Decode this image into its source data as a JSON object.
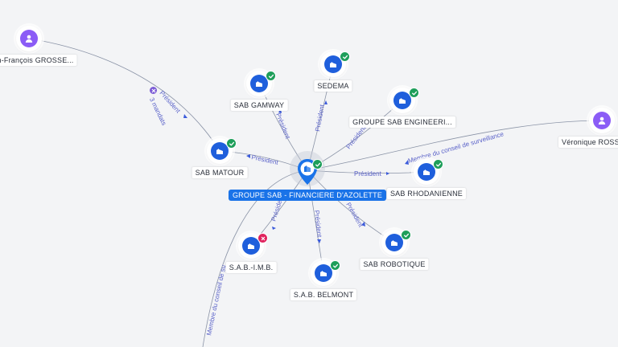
{
  "center": {
    "label": "GROUPE SAB - FINANCIERE D'AZOLETTE",
    "icon": "building-icon",
    "status": "active",
    "color": "#1a73e8"
  },
  "nodes": [
    {
      "id": "sab-gamway",
      "label": "SAB GAMWAY",
      "type": "company",
      "status": "active"
    },
    {
      "id": "sedema",
      "label": "SEDEMA",
      "type": "company",
      "status": "active"
    },
    {
      "id": "groupe-sab-engineering",
      "label": "GROUPE SAB ENGINEERI...",
      "type": "company",
      "status": "active"
    },
    {
      "id": "sab-matour",
      "label": "SAB MATOUR",
      "type": "company",
      "status": "active"
    },
    {
      "id": "sab-rhodanienne",
      "label": "SAB RHODANIENNE",
      "type": "company",
      "status": "active"
    },
    {
      "id": "sab-imb",
      "label": "S.A.B.-I.M.B.",
      "type": "company",
      "status": "closed"
    },
    {
      "id": "sab-robotique",
      "label": "SAB ROBOTIQUE",
      "type": "company",
      "status": "active"
    },
    {
      "id": "sab-belmont",
      "label": "S.A.B. BELMONT",
      "type": "company",
      "status": "active"
    },
    {
      "id": "jean-francois",
      "label": "n-François GROSSE...",
      "type": "person"
    },
    {
      "id": "veronique",
      "label": "Véronique ROSSE",
      "type": "person"
    }
  ],
  "edges": [
    {
      "id": "gamway",
      "label": "Président"
    },
    {
      "id": "sedema",
      "label": "Président"
    },
    {
      "id": "engineering",
      "label": "Président"
    },
    {
      "id": "matour",
      "label": "Président"
    },
    {
      "id": "rhodanienne",
      "label": "Président"
    },
    {
      "id": "imb",
      "label": "Président"
    },
    {
      "id": "robotique",
      "label": "Président"
    },
    {
      "id": "belmont",
      "label": "Président"
    },
    {
      "id": "jf",
      "label": "Président"
    },
    {
      "id": "veronique",
      "label": "Membre du conseil de surveillance"
    },
    {
      "id": "lower",
      "label": "Membre du conseil de su"
    }
  ],
  "jf_edge_note": "3 mandats",
  "colors": {
    "company": "#1f5fdc",
    "person": "#8b5cf6",
    "active": "#1e9e5a",
    "closed": "#e0245e",
    "edge_label": "#5b63c9"
  }
}
